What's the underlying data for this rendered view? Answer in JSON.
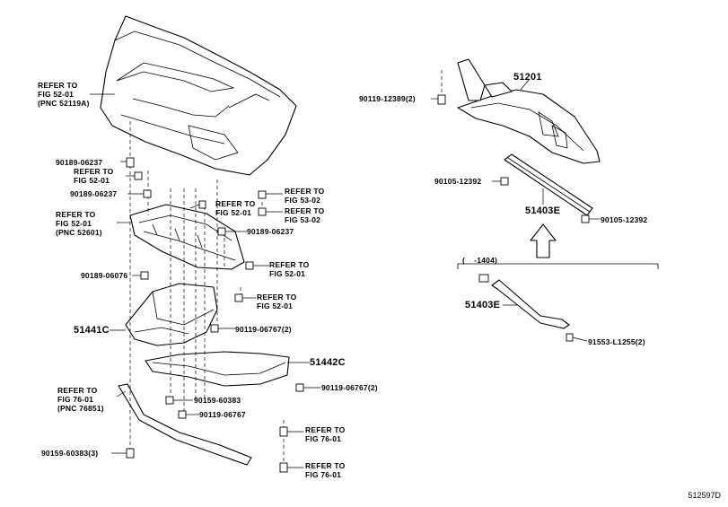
{
  "diagram": {
    "drawing_number": "512597D",
    "labels": {
      "refer_fig5201_pnc52119a": "REFER TO\nFIG 52-01\n(PNC 52119A)",
      "p90189_06237_a": "90189-06237",
      "refer_fig5201_a": "REFER TO\nFIG 52-01",
      "p90189_06237_b": "90189-06237",
      "refer_fig5201_pnc52601": "REFER TO\nFIG 52-01\n(PNC 52601)",
      "refer_fig5201_b": "REFER TO\nFIG 52-01",
      "refer_fig5302_a": "REFER TO\nFIG 53-02",
      "refer_fig5302_b": "REFER TO\nFIG 53-02",
      "p90189_06237_c": "90189-06237",
      "p90189_06076": "90189-06076",
      "refer_fig5201_c": "REFER TO\nFIG 52-01",
      "refer_fig5201_d": "REFER TO\nFIG 52-01",
      "p51441c": "51441C",
      "p90119_06767_2a": "90119-06767(2)",
      "p51442c": "51442C",
      "p90119_06767_2b": "90119-06767(2)",
      "refer_fig7601_pnc76851": "REFER TO\nFIG 76-01\n(PNC 76851)",
      "p90159_60383": "90159-60383",
      "p90119_06767": "90119-06767",
      "refer_fig7601_a": "REFER TO\nFIG 76-01",
      "p90159_60383_3": "90159-60383(3)",
      "refer_fig7601_b": "REFER TO\nFIG 76-01",
      "p90119_12389_2": "90119-12389(2)",
      "p51201": "51201",
      "p90105_12392_a": "90105-12392",
      "p51403e_a": "51403E",
      "p90105_12392_b": "90105-12392",
      "range_note": "(    -1404)",
      "p51403e_b": "51403E",
      "p91553_l1255_2": "91553-L1255(2)"
    }
  }
}
